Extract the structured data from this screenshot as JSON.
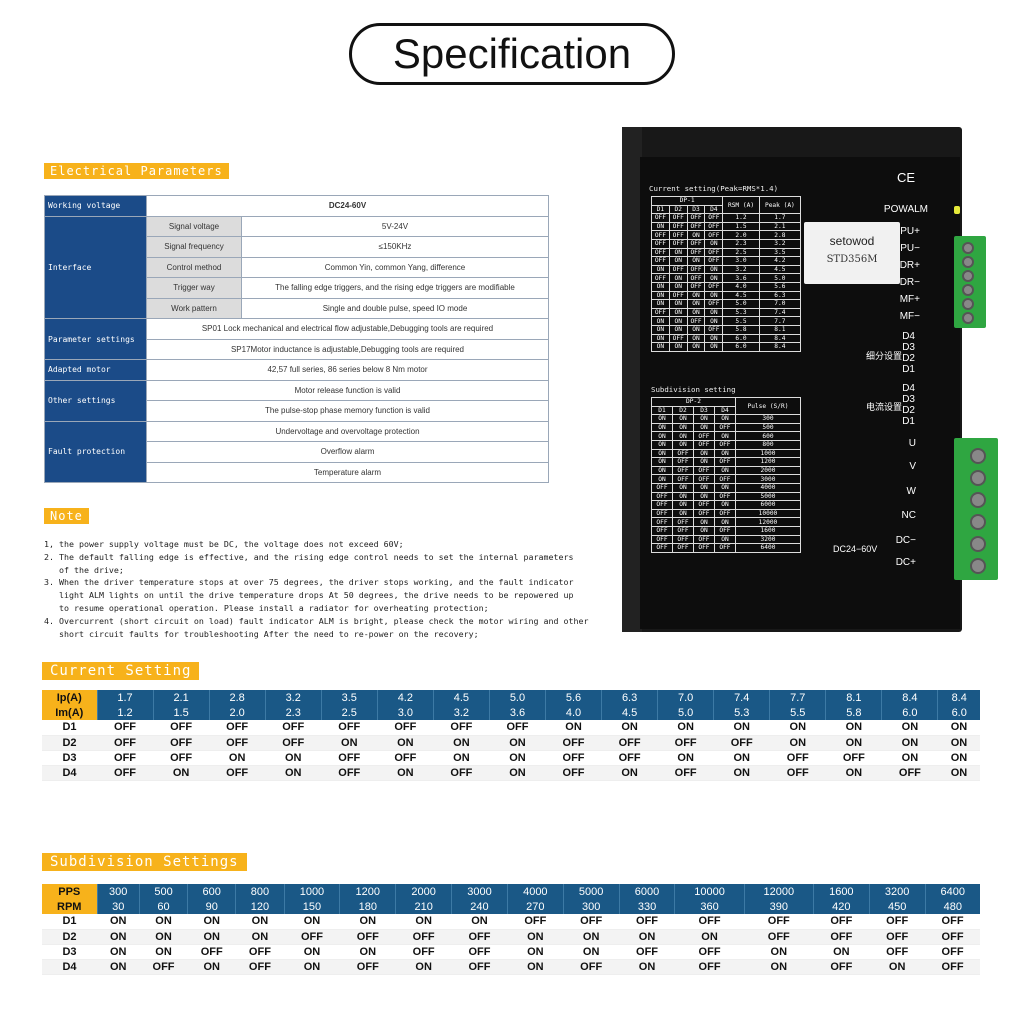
{
  "title": "Specification",
  "electrical": {
    "label": "Electrical Parameters",
    "rows": [
      {
        "group": "Working voltage",
        "sub": "",
        "value": "DC24-60V"
      },
      {
        "group": "Interface",
        "sub": "Signal voltage",
        "value": "5V-24V"
      },
      {
        "group": "",
        "sub": "Signal frequency",
        "value": "≤150KHz"
      },
      {
        "group": "",
        "sub": "Control method",
        "value": "Common Yin, common Yang, difference"
      },
      {
        "group": "",
        "sub": "Trigger way",
        "value": "The falling edge triggers, and the rising edge triggers are modifiable"
      },
      {
        "group": "",
        "sub": "Work pattern",
        "value": "Single and double pulse, speed IO mode"
      },
      {
        "group": "Parameter settings",
        "sub": "",
        "value": "SP01 Lock mechanical and electrical flow adjustable,Debugging tools are required"
      },
      {
        "group": "",
        "sub": "",
        "value": "SP17Motor inductance is adjustable,Debugging tools are required"
      },
      {
        "group": "Adapted motor",
        "sub": "",
        "value": "42,57 full series, 86 series below 8 Nm motor"
      },
      {
        "group": "Other settings",
        "sub": "",
        "value": "Motor release function is valid"
      },
      {
        "group": "",
        "sub": "",
        "value": "The pulse-stop phase memory function is valid"
      },
      {
        "group": "Fault protection",
        "sub": "",
        "value": "Undervoltage and overvoltage protection"
      },
      {
        "group": "",
        "sub": "",
        "value": "Overflow alarm"
      },
      {
        "group": "",
        "sub": "",
        "value": "Temperature alarm"
      }
    ]
  },
  "note": {
    "label": "Note",
    "lines": [
      "1, the power supply voltage must be DC, the voltage does not exceed 60V;",
      "2. The default falling edge is effective, and the rising edge control needs to set the internal parameters",
      "   of the drive;",
      "3. When the driver temperature stops at over 75 degrees, the driver stops working, and the fault indicator",
      "   light ALM lights on until the drive temperature drops At 50 degrees, the drive needs to be repowered up",
      "   to resume operational operation. Please install a radiator for overheating protection;",
      "4. Overcurrent (short circuit on load) fault indicator ALM is bright, please check the motor wiring and other",
      "   short circuit faults for troubleshooting After the need to re-power on the recovery;"
    ]
  },
  "driver": {
    "current_title": "Current setting(Peak=RMS*1.4)",
    "dp1": "DP-1",
    "current_headers": [
      "D1",
      "D2",
      "D3",
      "D4",
      "RSM (A)",
      "Peak (A)"
    ],
    "current_rows": [
      [
        "OFF",
        "OFF",
        "OFF",
        "OFF",
        "1.2",
        "1.7"
      ],
      [
        "ON",
        "OFF",
        "OFF",
        "OFF",
        "1.5",
        "2.1"
      ],
      [
        "OFF",
        "OFF",
        "ON",
        "OFF",
        "2.0",
        "2.8"
      ],
      [
        "OFF",
        "OFF",
        "OFF",
        "ON",
        "2.3",
        "3.2"
      ],
      [
        "OFF",
        "ON",
        "OFF",
        "OFF",
        "2.5",
        "3.5"
      ],
      [
        "OFF",
        "ON",
        "ON",
        "OFF",
        "3.0",
        "4.2"
      ],
      [
        "ON",
        "OFF",
        "OFF",
        "ON",
        "3.2",
        "4.5"
      ],
      [
        "OFF",
        "ON",
        "OFF",
        "ON",
        "3.6",
        "5.0"
      ],
      [
        "ON",
        "ON",
        "OFF",
        "OFF",
        "4.0",
        "5.6"
      ],
      [
        "ON",
        "OFF",
        "ON",
        "ON",
        "4.5",
        "6.3"
      ],
      [
        "ON",
        "ON",
        "ON",
        "OFF",
        "5.0",
        "7.0"
      ],
      [
        "OFF",
        "ON",
        "ON",
        "ON",
        "5.3",
        "7.4"
      ],
      [
        "ON",
        "ON",
        "OFF",
        "ON",
        "5.5",
        "7.7"
      ],
      [
        "ON",
        "ON",
        "ON",
        "OFF",
        "5.8",
        "8.1"
      ],
      [
        "ON",
        "OFF",
        "ON",
        "ON",
        "6.0",
        "8.4"
      ],
      [
        "ON",
        "ON",
        "ON",
        "ON",
        "6.0",
        "8.4"
      ]
    ],
    "sub_title": "Subdivision setting",
    "dp2": "DP-2",
    "sub_headers": [
      "D1",
      "D2",
      "D3",
      "D4",
      "Pulse (S/R)"
    ],
    "sub_rows": [
      [
        "ON",
        "ON",
        "ON",
        "ON",
        "300"
      ],
      [
        "ON",
        "ON",
        "ON",
        "OFF",
        "500"
      ],
      [
        "ON",
        "ON",
        "OFF",
        "ON",
        "600"
      ],
      [
        "ON",
        "ON",
        "OFF",
        "OFF",
        "800"
      ],
      [
        "ON",
        "OFF",
        "ON",
        "ON",
        "1000"
      ],
      [
        "ON",
        "OFF",
        "ON",
        "OFF",
        "1200"
      ],
      [
        "ON",
        "OFF",
        "OFF",
        "ON",
        "2000"
      ],
      [
        "ON",
        "OFF",
        "OFF",
        "OFF",
        "3000"
      ],
      [
        "OFF",
        "ON",
        "ON",
        "ON",
        "4000"
      ],
      [
        "OFF",
        "ON",
        "ON",
        "OFF",
        "5000"
      ],
      [
        "OFF",
        "ON",
        "OFF",
        "ON",
        "6000"
      ],
      [
        "OFF",
        "ON",
        "OFF",
        "OFF",
        "10000"
      ],
      [
        "OFF",
        "OFF",
        "ON",
        "ON",
        "12000"
      ],
      [
        "OFF",
        "OFF",
        "ON",
        "OFF",
        "1600"
      ],
      [
        "OFF",
        "OFF",
        "OFF",
        "ON",
        "3200"
      ],
      [
        "OFF",
        "OFF",
        "OFF",
        "OFF",
        "6400"
      ]
    ],
    "brand": "setowod",
    "model": "STD356M",
    "ce": "CE",
    "powalm": "POWALM",
    "signal_pins": [
      "PU+",
      "PU−",
      "DR+",
      "DR−",
      "MF+",
      "MF−"
    ],
    "subdiv_label": "细分设置",
    "current_label": "电流设置",
    "dip_pins": [
      "D4",
      "D3",
      "D2",
      "D1"
    ],
    "motor_pins": [
      "U",
      "V",
      "W",
      "NC",
      "DC−",
      "DC+"
    ],
    "supply_label": "DC24−60V"
  },
  "current_setting": {
    "label": "Current Setting",
    "ip_label": "Ip(A)",
    "im_label": "Im(A)",
    "ip": [
      "1.7",
      "2.1",
      "2.8",
      "3.2",
      "3.5",
      "4.2",
      "4.5",
      "5.0",
      "5.6",
      "6.3",
      "7.0",
      "7.4",
      "7.7",
      "8.1",
      "8.4",
      "8.4"
    ],
    "im": [
      "1.2",
      "1.5",
      "2.0",
      "2.3",
      "2.5",
      "3.0",
      "3.2",
      "3.6",
      "4.0",
      "4.5",
      "5.0",
      "5.3",
      "5.5",
      "5.8",
      "6.0",
      "6.0"
    ],
    "rows": [
      {
        "key": "D1",
        "vals": [
          "OFF",
          "OFF",
          "OFF",
          "OFF",
          "OFF",
          "OFF",
          "OFF",
          "OFF",
          "ON",
          "ON",
          "ON",
          "ON",
          "ON",
          "ON",
          "ON",
          "ON"
        ]
      },
      {
        "key": "D2",
        "vals": [
          "OFF",
          "OFF",
          "OFF",
          "OFF",
          "ON",
          "ON",
          "ON",
          "ON",
          "OFF",
          "OFF",
          "OFF",
          "OFF",
          "ON",
          "ON",
          "ON",
          "ON"
        ]
      },
      {
        "key": "D3",
        "vals": [
          "OFF",
          "OFF",
          "ON",
          "ON",
          "OFF",
          "OFF",
          "ON",
          "ON",
          "OFF",
          "OFF",
          "ON",
          "ON",
          "OFF",
          "OFF",
          "ON",
          "ON"
        ]
      },
      {
        "key": "D4",
        "vals": [
          "OFF",
          "ON",
          "OFF",
          "ON",
          "OFF",
          "ON",
          "OFF",
          "ON",
          "OFF",
          "ON",
          "OFF",
          "ON",
          "OFF",
          "ON",
          "OFF",
          "ON"
        ]
      }
    ]
  },
  "subdivision_setting": {
    "label": "Subdivision Settings",
    "pps_label": "PPS",
    "rpm_label": "RPM",
    "pps": [
      "300",
      "500",
      "600",
      "800",
      "1000",
      "1200",
      "2000",
      "3000",
      "4000",
      "5000",
      "6000",
      "10000",
      "12000",
      "1600",
      "3200",
      "6400"
    ],
    "rpm": [
      "30",
      "60",
      "90",
      "120",
      "150",
      "180",
      "210",
      "240",
      "270",
      "300",
      "330",
      "360",
      "390",
      "420",
      "450",
      "480"
    ],
    "rows": [
      {
        "key": "D1",
        "vals": [
          "ON",
          "ON",
          "ON",
          "ON",
          "ON",
          "ON",
          "ON",
          "ON",
          "OFF",
          "OFF",
          "OFF",
          "OFF",
          "OFF",
          "OFF",
          "OFF",
          "OFF"
        ]
      },
      {
        "key": "D2",
        "vals": [
          "ON",
          "ON",
          "ON",
          "ON",
          "OFF",
          "OFF",
          "OFF",
          "OFF",
          "ON",
          "ON",
          "ON",
          "ON",
          "OFF",
          "OFF",
          "OFF",
          "OFF"
        ]
      },
      {
        "key": "D3",
        "vals": [
          "ON",
          "ON",
          "OFF",
          "OFF",
          "ON",
          "ON",
          "OFF",
          "OFF",
          "ON",
          "ON",
          "OFF",
          "OFF",
          "ON",
          "ON",
          "OFF",
          "OFF"
        ]
      },
      {
        "key": "D4",
        "vals": [
          "ON",
          "OFF",
          "ON",
          "OFF",
          "ON",
          "OFF",
          "ON",
          "OFF",
          "ON",
          "OFF",
          "ON",
          "OFF",
          "ON",
          "OFF",
          "ON",
          "OFF"
        ]
      }
    ]
  }
}
